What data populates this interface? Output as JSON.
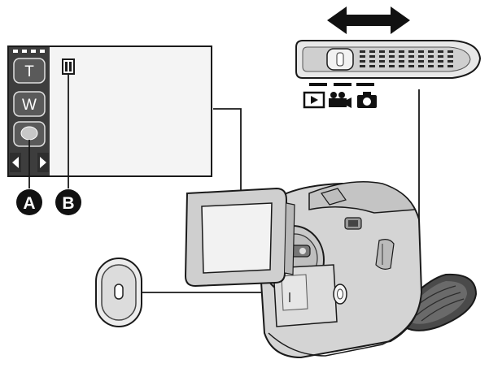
{
  "touch_screen": {
    "zoom_tele_label": "T",
    "zoom_wide_label": "W",
    "status_indicator": "II"
  },
  "callouts": [
    {
      "id": "A",
      "label": "A"
    },
    {
      "id": "B",
      "label": "B"
    }
  ],
  "mode_switch": {
    "modes": [
      {
        "name": "playback-mode",
        "icon": "play-icon"
      },
      {
        "name": "motion-picture-mode",
        "icon": "video-camera-icon"
      },
      {
        "name": "still-picture-mode",
        "icon": "camera-icon"
      }
    ],
    "slide_direction": "double-arrow-left-right"
  },
  "colors": {
    "line": "#1a1a1a",
    "panel_dark": "#3d3d3d",
    "button_fill": "#555555",
    "body_grey": "#d6d6d6",
    "screen_bg": "#f4f4f4"
  }
}
